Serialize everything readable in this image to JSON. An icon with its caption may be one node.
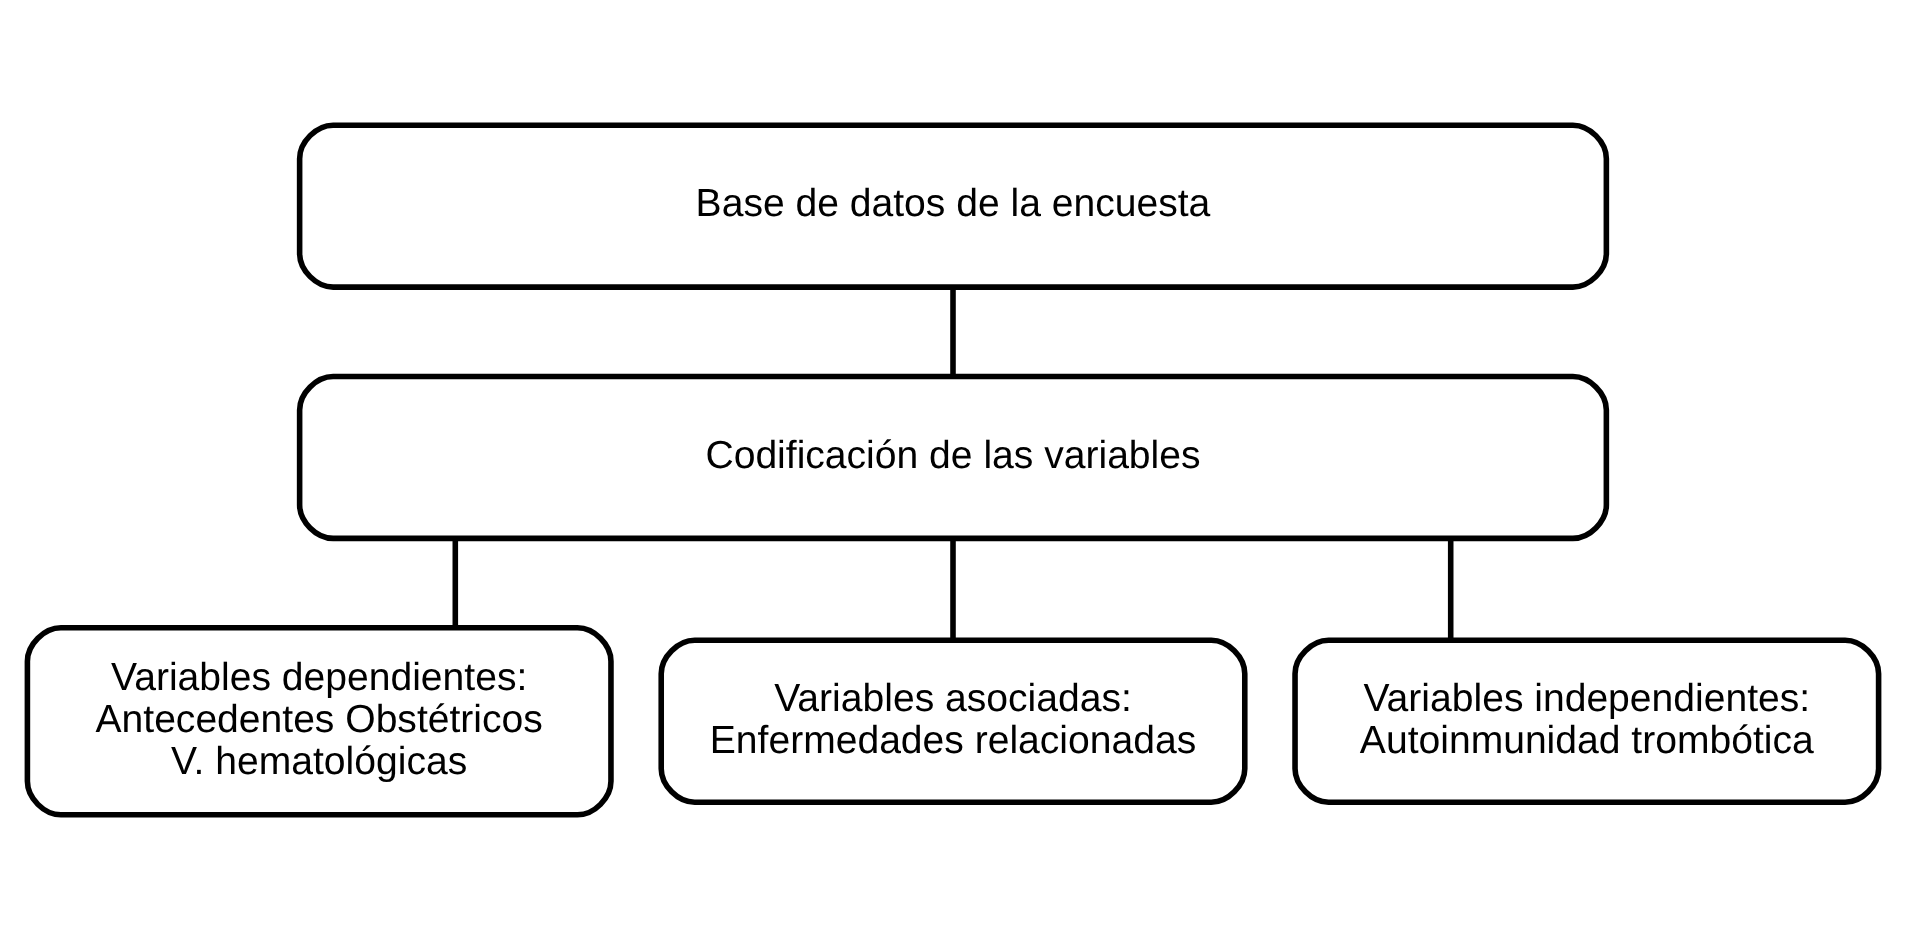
{
  "diagram": {
    "nodes": [
      {
        "text": [
          "Base de datos de la encuesta"
        ]
      },
      {
        "text": [
          "Codificación de las variables"
        ]
      },
      {
        "text": [
          "Variables dependientes:",
          "Antecedentes Obstétricos",
          "V. hematológicas"
        ]
      },
      {
        "text": [
          "Variables asociadas:",
          "Enfermedades relacionadas"
        ]
      },
      {
        "text": [
          "Variables independientes:",
          "Autoinmunidad trombótica"
        ]
      }
    ],
    "edges": [
      {
        "from": 0,
        "to": 1,
        "arrow": "none"
      },
      {
        "from": 1,
        "to": 2,
        "arrow": "none"
      },
      {
        "from": 1,
        "to": 3,
        "arrow": "none"
      },
      {
        "from": 1,
        "to": 4,
        "arrow": "none"
      }
    ]
  }
}
